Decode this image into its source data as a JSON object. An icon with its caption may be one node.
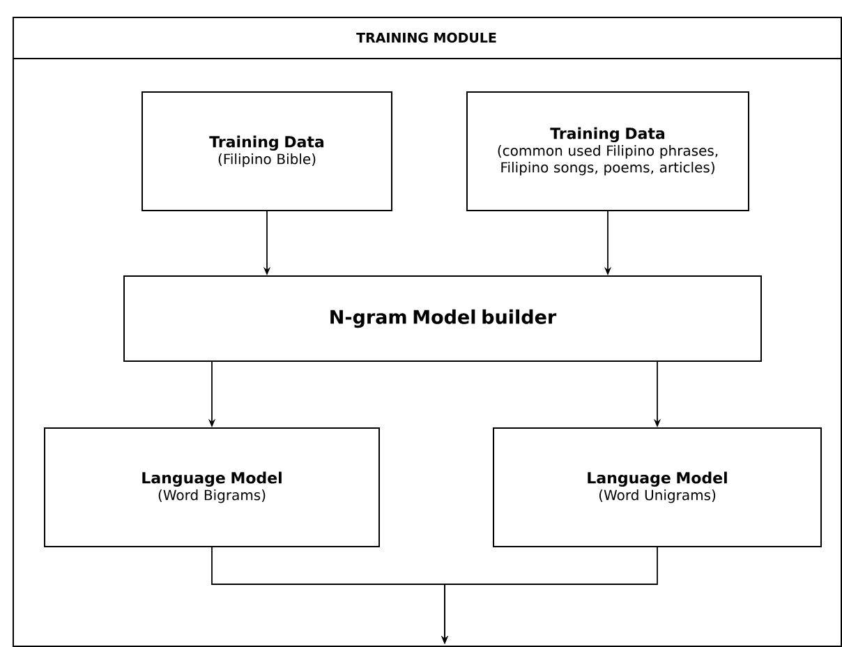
{
  "diagram": {
    "nodes": [
      {
        "text": [
          "TRAINING MODULE"
        ]
      },
      {
        "text": [
          "Training Data",
          "(Filipino Bible)"
        ],
        "in": 0
      },
      {
        "text": [
          "Training Data",
          "(common used Filipino phrases, Filipino songs, poems, articles)"
        ],
        "in": 0
      },
      {
        "text": [
          "N-gram Model builder"
        ],
        "in": 0
      },
      {
        "text": [
          "Language Model",
          "(Word Bigrams)"
        ],
        "in": 0
      },
      {
        "text": [
          "Language Model",
          "(Word Unigrams)"
        ],
        "in": 0
      }
    ],
    "edges": [
      {
        "from": 1,
        "to": 3,
        "arrow": "to"
      },
      {
        "from": 2,
        "to": 3,
        "arrow": "to"
      },
      {
        "from": 3,
        "to": 4,
        "arrow": "to"
      },
      {
        "from": 3,
        "to": 5,
        "arrow": "to"
      },
      {
        "from": 4,
        "to": null,
        "arrow": "to"
      },
      {
        "from": 5,
        "to": null,
        "arrow": "to"
      }
    ]
  }
}
